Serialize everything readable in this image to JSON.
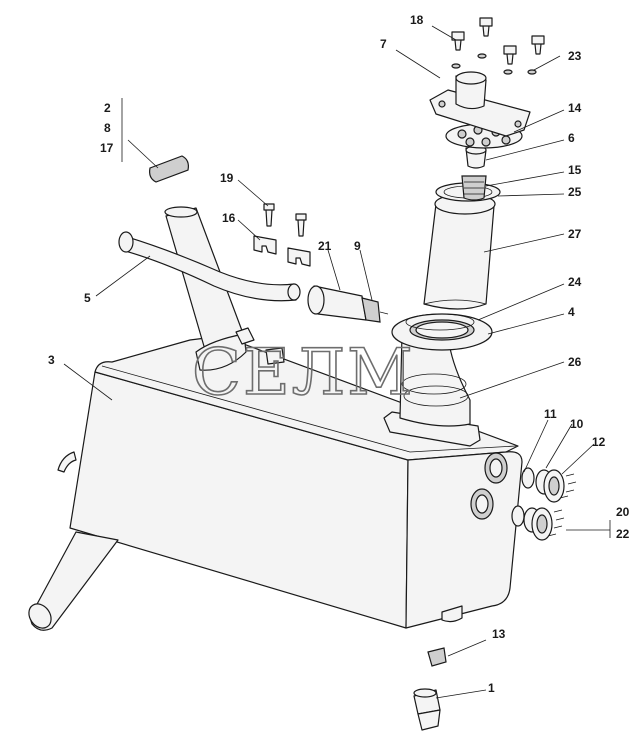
{
  "watermark": "СЕЛМ",
  "labels": {
    "p1": "1",
    "p2": "2",
    "p3": "3",
    "p4": "4",
    "p5": "5",
    "p6": "6",
    "p7": "7",
    "p8": "8",
    "p9": "9",
    "p10": "10",
    "p11": "11",
    "p12": "12",
    "p13": "13",
    "p14": "14",
    "p15": "15",
    "p16": "16",
    "p17": "17",
    "p18": "18",
    "p19": "19",
    "p20": "20",
    "p21": "21",
    "p22": "22",
    "p23": "23",
    "p24": "24",
    "p25": "25",
    "p26": "26",
    "p27": "27"
  }
}
